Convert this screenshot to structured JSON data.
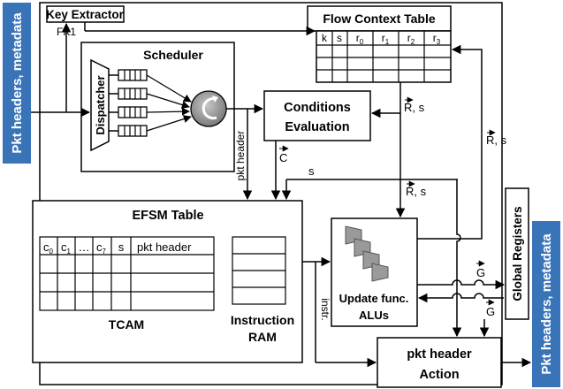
{
  "left_bar_label": "Pkt headers, metadata",
  "right_bar_label": "Pkt headers, metadata",
  "key_extractor": "Key Extractor",
  "fk1": "FK1",
  "flow_context_table": {
    "title": "Flow Context Table",
    "headers": [
      "k",
      "s",
      "r",
      "r",
      "r",
      "r"
    ],
    "header_subscripts": [
      "",
      "",
      "0",
      "1",
      "2",
      "3"
    ]
  },
  "scheduler": "Scheduler",
  "dispatcher": "Dispatcher",
  "conditions_evaluation": [
    "Conditions",
    "Evaluation"
  ],
  "pkt_header_vertical": "pkt header",
  "vec_c": "C",
  "s_label": "s",
  "vec_r_s_upper": {
    "vec": "R",
    "rest": ", s"
  },
  "vec_r_s_right": {
    "vec": "R",
    "rest": ", s"
  },
  "vec_r_s_lower": {
    "vec": "R",
    "rest": ", s"
  },
  "efsm_table": {
    "title": "EFSM Table",
    "headers": [
      "c",
      "c",
      "…",
      "c",
      "s",
      "pkt header"
    ],
    "header_subscripts": [
      "0",
      "1",
      "",
      "7",
      "",
      ""
    ],
    "tcam_label": "TCAM",
    "ram_label": [
      "Instruction",
      "RAM"
    ]
  },
  "instr_label": "instr.",
  "update_func": [
    "Update func.",
    "ALUs"
  ],
  "vec_g_upper": "G",
  "vec_g_lower": "G",
  "global_registers": "Global Registers",
  "pkt_header_action": [
    "pkt header",
    "Action"
  ],
  "colors": {
    "side_bar": "#3a74b8",
    "alu": "#9a9a9a",
    "circle": "#8c8c8c"
  }
}
